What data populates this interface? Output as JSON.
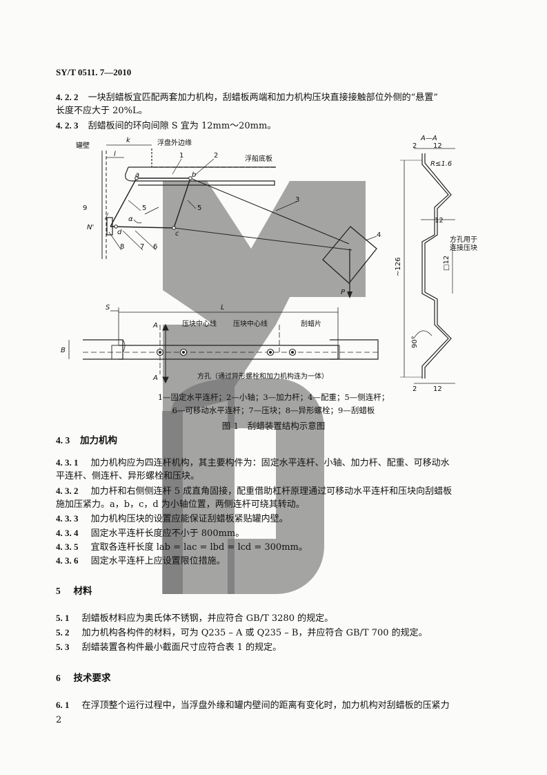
{
  "header": {
    "standard_no": "SY/T 0511. 7—2010"
  },
  "paragraphs": [
    {
      "num": "4. 2. 2",
      "text": "一块刮蜡板宜匹配两套加力机构，刮蜡板两端和加力机构压块直接接触部位外侧的“悬置”",
      "cont": "长度不应大于 20%L。"
    },
    {
      "num": "4. 2. 3",
      "text": "刮蜡板间的环向间隙 S 宜为 12mm～20mm。"
    }
  ],
  "figure": {
    "labels": {
      "wall": "罐壁",
      "float_edge": "浮盘外边缘",
      "pontoon_bottom": "浮船底板",
      "press_center1": "压块中心线",
      "press_center2": "压块中心线",
      "scraper_sheet": "刮蜡片",
      "square_hole": "方孔（通过异形螺栓和加力机构连为一体）",
      "square_hole_note_1": "方孔用于",
      "square_hole_note_2": "连接压块",
      "section": "A—A",
      "dim_126": "~126",
      "dim_12_top": "12",
      "dim_2_top": "2",
      "dim_r": "R≤1.6",
      "dim_12_mid": "12",
      "dim_sq12": "□12",
      "dim_90": "90°",
      "dim_2_bot": "2",
      "dim_12_bot": "12",
      "k": "k",
      "l": "l",
      "s": "S",
      "L": "L",
      "A": "A",
      "B": "B",
      "alpha": "α",
      "N": "N'",
      "P": "P",
      "n1": "1",
      "n2": "2",
      "n3": "3",
      "n4": "4",
      "n5a": "5",
      "n5b": "5",
      "n6": "6",
      "n7": "7",
      "n8": "8",
      "n9": "9",
      "pa": "a",
      "pb": "b",
      "pc": "c",
      "pd": "d"
    },
    "legend_line1": "1—固定水平连杆；2—小轴；3—加力杆；4—配重；5—侧连杆；",
    "legend_line2": "6—可移动水平连杆；7—压块；8—异形螺栓；9—刮蜡板",
    "caption": "图 1　刮蜡装置结构示意图"
  },
  "section_4_3": {
    "heading_num": "4. 3",
    "heading": "加力机构",
    "items": [
      {
        "num": "4. 3. 1",
        "text": "加力机构应为四连杆机构，其主要构件为：固定水平连杆、小轴、加力杆、配重、可移动水",
        "cont": "平连杆、侧连杆、异形螺栓和压块。"
      },
      {
        "num": "4. 3. 2",
        "text": "加力杆和右侧侧连杆 5 成直角固接，配重借助杠杆原理通过可移动水平连杆和压块向刮蜡板",
        "cont": "施加压紧力。a，b，c，d 为小轴位置，两侧连杆可绕其转动。"
      },
      {
        "num": "4. 3. 3",
        "text": "加力机构压块的设置应能保证刮蜡板紧贴罐内壁。"
      },
      {
        "num": "4. 3. 4",
        "text": "固定水平连杆长度应不小于 800mm。"
      },
      {
        "num": "4. 3. 5",
        "text": "宜取各连杆长度 lab = lac = lbd = lcd = 300mm。"
      },
      {
        "num": "4. 3. 6",
        "text": "固定水平连杆上应设置限位措施。"
      }
    ]
  },
  "section_5": {
    "heading_num": "5",
    "heading": "材料",
    "items": [
      {
        "num": "5. 1",
        "text": "刮蜡板材料应为奥氏体不锈钢，并应符合 GB/T 3280 的规定。"
      },
      {
        "num": "5. 2",
        "text": "加力机构各构件的材料，可为 Q235 – A 或 Q235 – B，并应符合 GB/T 700 的规定。"
      },
      {
        "num": "5. 3",
        "text": "刮蜡装置各构件最小截面尺寸应符合表 1 的规定。"
      }
    ]
  },
  "section_6": {
    "heading_num": "6",
    "heading": "技术要求",
    "items": [
      {
        "num": "6. 1",
        "text": "在浮顶整个运行过程中，当浮盘外缘和罐内壁间的距离有变化时，加力机构对刮蜡板的压紧力"
      }
    ]
  },
  "footer": {
    "page_number": "2"
  }
}
